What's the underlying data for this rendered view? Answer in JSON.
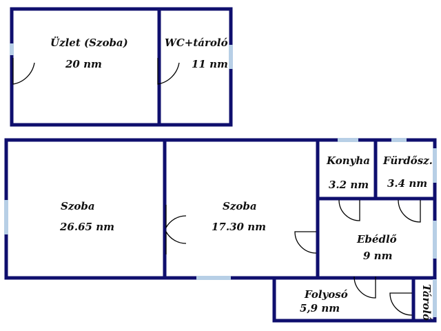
{
  "floorplan": {
    "colors": {
      "wall": "#0f0f6e",
      "window": "#b7cfe6",
      "background": "#ffffff"
    },
    "rooms": [
      {
        "id": "uzlet",
        "name": "Üzlet (Szoba)",
        "area": "20 nm"
      },
      {
        "id": "wc",
        "name": "WC+tároló",
        "area": "11 nm"
      },
      {
        "id": "szoba1",
        "name": "Szoba",
        "area": "26.65 nm"
      },
      {
        "id": "szoba2",
        "name": "Szoba",
        "area": "17.30 nm"
      },
      {
        "id": "konyha",
        "name": "Konyha",
        "area": "3.2 nm"
      },
      {
        "id": "furdo",
        "name": "Fürdősz.",
        "area": "3.4 nm"
      },
      {
        "id": "ebedlo",
        "name": "Ebédlő",
        "area": "9 nm"
      },
      {
        "id": "folyoso",
        "name": "Folyosó",
        "area": "5,9 nm"
      },
      {
        "id": "tarolo",
        "name": "Tároló"
      }
    ]
  }
}
